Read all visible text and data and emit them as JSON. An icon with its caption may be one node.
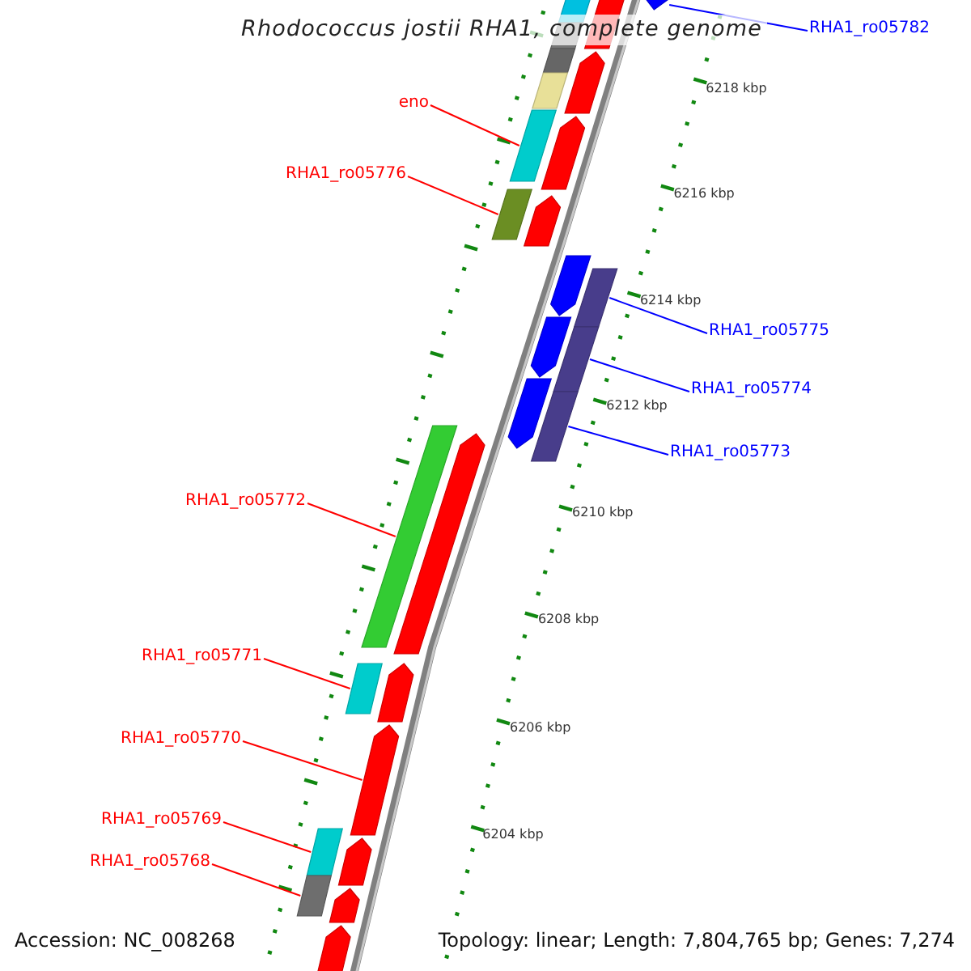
{
  "diagram": {
    "title": "Rhodococcus jostii RHA1, complete genome",
    "nodes": [
      {
        "text": [
          "RHA1_ro05782"
        ]
      },
      {
        "text": [
          "eno"
        ]
      },
      {
        "text": [
          "RHA1_ro05776"
        ]
      },
      {
        "text": [
          "RHA1_ro05775"
        ]
      },
      {
        "text": [
          "RHA1_ro05774"
        ]
      },
      {
        "text": [
          "RHA1_ro05773"
        ]
      },
      {
        "text": [
          "RHA1_ro05772"
        ]
      },
      {
        "text": [
          "RHA1_ro05771"
        ]
      },
      {
        "text": [
          "RHA1_ro05770"
        ]
      },
      {
        "text": [
          "RHA1_ro05769"
        ]
      },
      {
        "text": [
          "RHA1_ro05768"
        ]
      },
      {
        "text": [],
        "shape": "arrow"
      },
      {
        "text": [],
        "shape": "bar"
      },
      {
        "text": [],
        "shape": "arrow"
      },
      {
        "text": [],
        "shape": "bar"
      },
      {
        "text": [],
        "shape": "bar"
      },
      {
        "text": [],
        "shape": "arrow"
      },
      {
        "text": [],
        "shape": "bar"
      },
      {
        "text": [],
        "shape": "bar"
      },
      {
        "text": [],
        "shape": "arrow"
      },
      {
        "text": [],
        "shape": "bar"
      },
      {
        "text": [],
        "shape": "arrow"
      },
      {
        "text": [],
        "shape": "arrow"
      },
      {
        "text": [],
        "shape": "bar"
      },
      {
        "text": [],
        "shape": "arrow"
      },
      {
        "text": [],
        "shape": "bar"
      },
      {
        "text": [],
        "shape": "arrow"
      },
      {
        "text": [],
        "shape": "bar"
      },
      {
        "text": [],
        "shape": "bar"
      },
      {
        "text": [],
        "shape": "arrow"
      },
      {
        "text": [],
        "shape": "bar"
      },
      {
        "text": [],
        "shape": "arrow"
      },
      {
        "text": [],
        "shape": "arrow"
      },
      {
        "text": [],
        "shape": "bar"
      },
      {
        "text": [],
        "shape": "arrow"
      },
      {
        "text": [],
        "shape": "bar"
      },
      {
        "text": [],
        "shape": "arrow"
      },
      {
        "text": [],
        "shape": "arrow"
      }
    ],
    "edges": [
      {
        "from": 0,
        "to": 11,
        "arrow": "none",
        "color": "#0000ff"
      },
      {
        "from": 1,
        "to": 18,
        "arrow": "none"
      },
      {
        "from": 2,
        "to": 20,
        "arrow": "none"
      },
      {
        "from": 3,
        "to": 23,
        "arrow": "none",
        "color": "#0000ff"
      },
      {
        "from": 4,
        "to": 25,
        "arrow": "none",
        "color": "#0000ff"
      },
      {
        "from": 5,
        "to": 27,
        "arrow": "none",
        "color": "#0000ff"
      },
      {
        "from": 6,
        "to": 28,
        "arrow": "none"
      },
      {
        "from": 7,
        "to": 30,
        "arrow": "none"
      },
      {
        "from": 8,
        "to": 32,
        "arrow": "none"
      },
      {
        "from": 9,
        "to": 33,
        "arrow": "none"
      },
      {
        "from": 10,
        "to": 35,
        "arrow": "none"
      }
    ],
    "labels": [
      "6218 kbp",
      "6216 kbp",
      "6214 kbp",
      "6212 kbp",
      "6210 kbp",
      "6208 kbp",
      "6206 kbp",
      "6204 kbp",
      "Accession: NC_008268",
      "Topology: linear; Length: 7,804,765 bp; Genes: 7,274"
    ]
  }
}
